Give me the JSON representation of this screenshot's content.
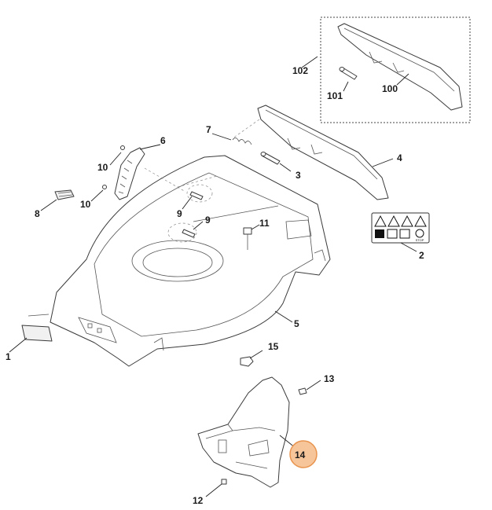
{
  "labels": {
    "p1": "1",
    "p2": "2",
    "p3": "3",
    "p4": "4",
    "p5": "5",
    "p6": "6",
    "p7": "7",
    "p8": "8",
    "p9a": "9",
    "p9b": "9",
    "p10a": "10",
    "p10b": "10",
    "p11": "11",
    "p12": "12",
    "p13": "13",
    "p14": "14",
    "p15": "15",
    "p100": "100",
    "p101": "101",
    "p102": "102"
  },
  "warning_label": {
    "stop_text": "STOP"
  },
  "colors": {
    "highlight_fill": "#f7c59a",
    "highlight_stroke": "#e8944e",
    "line": "#3a3a3a"
  }
}
